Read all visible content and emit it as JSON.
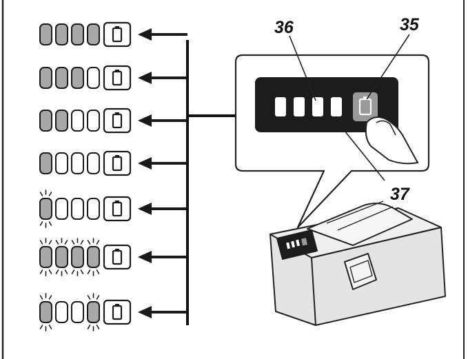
{
  "figure": {
    "callouts": {
      "button": "35",
      "lamps": "36",
      "panel": "37"
    }
  },
  "indicator_rows": [
    {
      "lamps": [
        "on",
        "on",
        "on",
        "on"
      ]
    },
    {
      "lamps": [
        "on",
        "on",
        "on",
        "off"
      ]
    },
    {
      "lamps": [
        "on",
        "on",
        "off",
        "off"
      ]
    },
    {
      "lamps": [
        "on",
        "off",
        "off",
        "off"
      ]
    },
    {
      "lamps": [
        "blink",
        "off",
        "off",
        "off"
      ]
    },
    {
      "lamps": [
        "blink",
        "blink",
        "blink",
        "blink"
      ]
    },
    {
      "lamps": [
        "blink",
        "off",
        "off",
        "blink"
      ]
    }
  ],
  "colors": {
    "lamp_on": "#a8a8a8",
    "lamp_off": "#ffffff",
    "outline": "#1a1a1a",
    "panel": "#1c1c1c",
    "battery_body": "#e4e4e4"
  },
  "icons": [
    "battery-icon",
    "arrow-left-icon",
    "finger-icon",
    "battery-pack-icon"
  ]
}
